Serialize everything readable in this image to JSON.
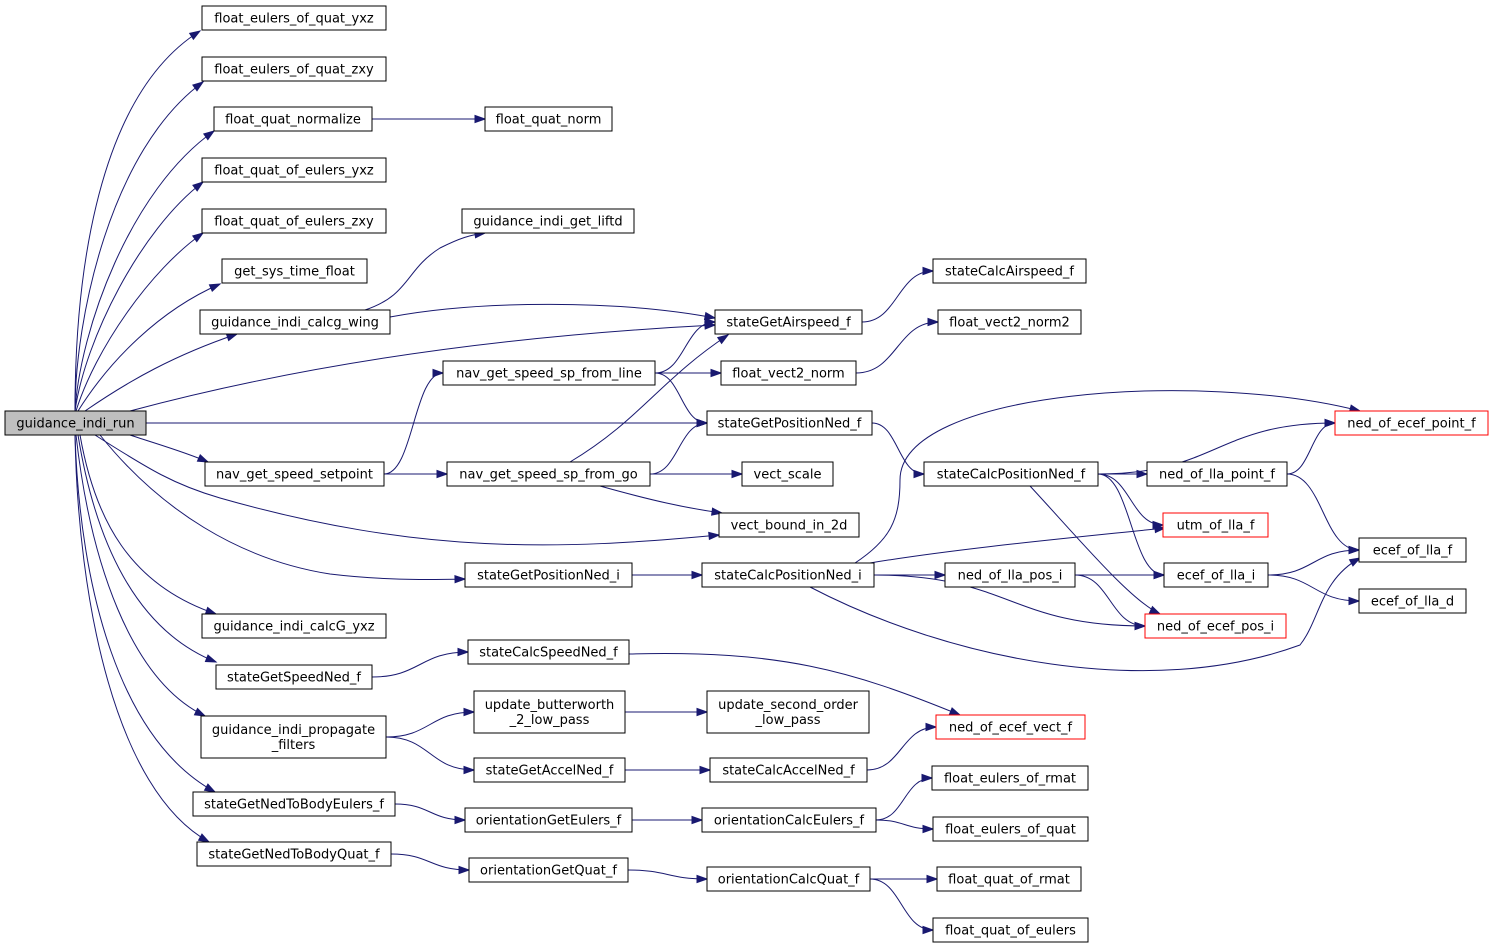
{
  "colors": {
    "edge": "#191970",
    "root_fill": "#bfbfbf",
    "truncated_border": "#ff0000"
  },
  "nodes": [
    {
      "id": "run",
      "label": "guidance_indi_run",
      "root": true
    },
    {
      "id": "eyxz",
      "label": "float_eulers_of_quat_yxz"
    },
    {
      "id": "ezxy",
      "label": "float_eulers_of_quat_zxy"
    },
    {
      "id": "qnormalize",
      "label": "float_quat_normalize"
    },
    {
      "id": "qnorm",
      "label": "float_quat_norm"
    },
    {
      "id": "qyxz",
      "label": "float_quat_of_eulers_yxz"
    },
    {
      "id": "qzxy",
      "label": "float_quat_of_eulers_zxy"
    },
    {
      "id": "liftd",
      "label": "guidance_indi_get_liftd"
    },
    {
      "id": "systime",
      "label": "get_sys_time_float"
    },
    {
      "id": "calcgwing",
      "label": "guidance_indi_calcg_wing"
    },
    {
      "id": "airspeedcalc",
      "label": "stateCalcAirspeed_f"
    },
    {
      "id": "airspeed",
      "label": "stateGetAirspeed_f"
    },
    {
      "id": "norm2",
      "label": "float_vect2_norm2"
    },
    {
      "id": "fromline",
      "label": "nav_get_speed_sp_from_line"
    },
    {
      "id": "vnorm",
      "label": "float_vect2_norm"
    },
    {
      "id": "posnedf",
      "label": "stateGetPositionNed_f"
    },
    {
      "id": "nedecefpt",
      "label": "ned_of_ecef_point_f",
      "truncated": true
    },
    {
      "id": "setpoint",
      "label": "nav_get_speed_setpoint"
    },
    {
      "id": "fromgo",
      "label": "nav_get_speed_sp_from_go"
    },
    {
      "id": "vscale",
      "label": "vect_scale"
    },
    {
      "id": "calcposnedf",
      "label": "stateCalcPositionNed_f"
    },
    {
      "id": "nedllapt",
      "label": "ned_of_lla_point_f"
    },
    {
      "id": "bound",
      "label": "vect_bound_in_2d"
    },
    {
      "id": "utm",
      "label": "utm_of_lla_f",
      "truncated": true
    },
    {
      "id": "ecefllaf",
      "label": "ecef_of_lla_f"
    },
    {
      "id": "posnedi",
      "label": "stateGetPositionNed_i"
    },
    {
      "id": "calcposnedi",
      "label": "stateCalcPositionNed_i"
    },
    {
      "id": "nedllapos",
      "label": "ned_of_lla_pos_i"
    },
    {
      "id": "ecefllai",
      "label": "ecef_of_lla_i"
    },
    {
      "id": "ecefllad",
      "label": "ecef_of_lla_d"
    },
    {
      "id": "calcGyxz",
      "label": "guidance_indi_calcG_yxz"
    },
    {
      "id": "nedecefpos",
      "label": "ned_of_ecef_pos_i",
      "truncated": true
    },
    {
      "id": "calcspeed",
      "label": "stateCalcSpeedNed_f"
    },
    {
      "id": "speedned",
      "label": "stateGetSpeedNed_f"
    },
    {
      "id": "butter",
      "label": [
        "update_butterworth",
        "_2_low_pass"
      ]
    },
    {
      "id": "second",
      "label": [
        "update_second_order",
        "_low_pass"
      ]
    },
    {
      "id": "propagate",
      "label": [
        "guidance_indi_propagate",
        "_filters"
      ]
    },
    {
      "id": "nedecefvect",
      "label": "ned_of_ecef_vect_f",
      "truncated": true
    },
    {
      "id": "accelned",
      "label": "stateGetAccelNed_f"
    },
    {
      "id": "calcaccel",
      "label": "stateCalcAccelNed_f"
    },
    {
      "id": "eulrmat",
      "label": "float_eulers_of_rmat"
    },
    {
      "id": "nedtobodyeul",
      "label": "stateGetNedToBodyEulers_f"
    },
    {
      "id": "orienteul",
      "label": "orientationGetEulers_f"
    },
    {
      "id": "orientcalceul",
      "label": "orientationCalcEulers_f"
    },
    {
      "id": "eulquat",
      "label": "float_eulers_of_quat"
    },
    {
      "id": "nedtobodyquat",
      "label": "stateGetNedToBodyQuat_f"
    },
    {
      "id": "orientquat",
      "label": "orientationGetQuat_f"
    },
    {
      "id": "orientcalcquat",
      "label": "orientationCalcQuat_f"
    },
    {
      "id": "quatrmat",
      "label": "float_quat_of_rmat"
    },
    {
      "id": "quateul",
      "label": "float_quat_of_eulers"
    }
  ],
  "edges": [
    [
      "run",
      "eyxz"
    ],
    [
      "run",
      "ezxy"
    ],
    [
      "run",
      "qnormalize"
    ],
    [
      "run",
      "qyxz"
    ],
    [
      "run",
      "qzxy"
    ],
    [
      "run",
      "systime"
    ],
    [
      "run",
      "calcgwing"
    ],
    [
      "run",
      "airspeed"
    ],
    [
      "run",
      "posnedf"
    ],
    [
      "run",
      "setpoint"
    ],
    [
      "run",
      "bound"
    ],
    [
      "run",
      "posnedi"
    ],
    [
      "run",
      "calcGyxz"
    ],
    [
      "run",
      "speedned"
    ],
    [
      "run",
      "propagate"
    ],
    [
      "run",
      "nedtobodyeul"
    ],
    [
      "run",
      "nedtobodyquat"
    ],
    [
      "qnormalize",
      "qnorm"
    ],
    [
      "calcgwing",
      "liftd"
    ],
    [
      "calcgwing",
      "airspeed"
    ],
    [
      "airspeed",
      "airspeedcalc"
    ],
    [
      "fromline",
      "airspeed"
    ],
    [
      "fromline",
      "vnorm"
    ],
    [
      "fromline",
      "posnedf"
    ],
    [
      "vnorm",
      "norm2"
    ],
    [
      "setpoint",
      "fromline"
    ],
    [
      "setpoint",
      "fromgo"
    ],
    [
      "fromgo",
      "airspeed"
    ],
    [
      "fromgo",
      "posnedf"
    ],
    [
      "fromgo",
      "vscale"
    ],
    [
      "fromgo",
      "bound"
    ],
    [
      "posnedf",
      "calcposnedf"
    ],
    [
      "calcposnedf",
      "nedecefpt"
    ],
    [
      "calcposnedf",
      "nedllapt"
    ],
    [
      "calcposnedf",
      "utm"
    ],
    [
      "calcposnedf",
      "ecefllai"
    ],
    [
      "calcposnedf",
      "nedecefpos"
    ],
    [
      "nedllapt",
      "nedecefpt"
    ],
    [
      "nedllapt",
      "ecefllaf"
    ],
    [
      "posnedi",
      "calcposnedi"
    ],
    [
      "calcposnedi",
      "nedecefpt"
    ],
    [
      "calcposnedi",
      "utm"
    ],
    [
      "calcposnedi",
      "nedllapos"
    ],
    [
      "calcposnedi",
      "nedecefpos"
    ],
    [
      "calcposnedi",
      "ecefllaf"
    ],
    [
      "nedllapos",
      "ecefllai"
    ],
    [
      "nedllapos",
      "nedecefpos"
    ],
    [
      "ecefllai",
      "ecefllaf"
    ],
    [
      "ecefllai",
      "ecefllad"
    ],
    [
      "speedned",
      "calcspeed"
    ],
    [
      "calcspeed",
      "nedecefvect"
    ],
    [
      "propagate",
      "butter"
    ],
    [
      "propagate",
      "accelned"
    ],
    [
      "butter",
      "second"
    ],
    [
      "accelned",
      "calcaccel"
    ],
    [
      "calcaccel",
      "nedecefvect"
    ],
    [
      "nedtobodyeul",
      "orienteul"
    ],
    [
      "orienteul",
      "orientcalceul"
    ],
    [
      "orientcalceul",
      "eulrmat"
    ],
    [
      "orientcalceul",
      "eulquat"
    ],
    [
      "nedtobodyquat",
      "orientquat"
    ],
    [
      "orientquat",
      "orientcalcquat"
    ],
    [
      "orientcalcquat",
      "quatrmat"
    ],
    [
      "orientcalcquat",
      "quateul"
    ]
  ]
}
